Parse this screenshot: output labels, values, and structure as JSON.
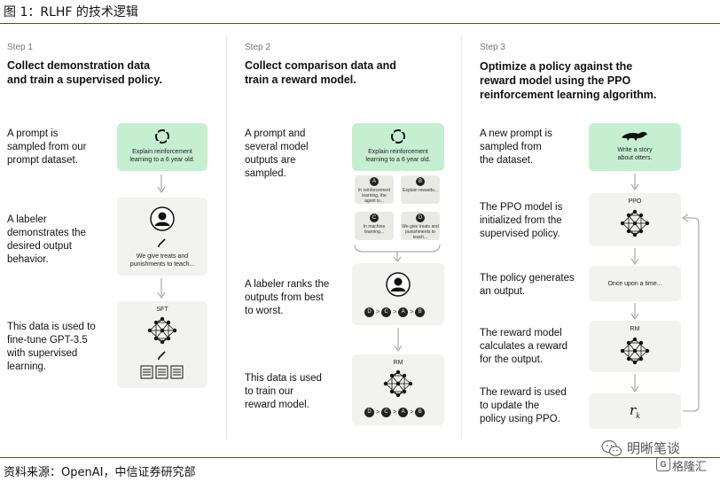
{
  "figure": {
    "title": "图 1：RLHF 的技术逻辑",
    "source": "资料来源：OpenAI，中信证券研究部"
  },
  "step1": {
    "label": "Step 1",
    "title": "Collect demonstration data\nand train a supervised policy.",
    "desc1": "A prompt is\nsampled from our\nprompt dataset.",
    "desc2": "A labeler\ndemonstrates the\ndesired output\nbehavior.",
    "desc3": "This data is used to\nfine-tune GPT-3.5\nwith supervised\nlearning.",
    "prompt_box": "Explain reinforcement\nlearning to a 6 year old.",
    "labeler_box": "We give treats and\npunishments to teach...",
    "model_label": "SFT"
  },
  "step2": {
    "label": "Step 2",
    "title": "Collect comparison data and\ntrain a reward model.",
    "desc1": "A prompt and\nseveral model\noutputs are\nsampled.",
    "desc2": "A labeler ranks the\noutputs from best\nto worst.",
    "desc3": "This data is used\nto train our\nreward model.",
    "prompt_box": "Explain reinforcement\nlearning to a 6 year old.",
    "outputs": [
      {
        "badge": "A",
        "text": "In reinforcement\nlearning, the\nagent is..."
      },
      {
        "badge": "B",
        "text": "Explain rewards..."
      },
      {
        "badge": "C",
        "text": "In machine\nlearning..."
      },
      {
        "badge": "D",
        "text": "We give treats and\npunishments to\nteach..."
      }
    ],
    "ranking": [
      "D",
      "C",
      "A",
      "B"
    ],
    "gt": ">",
    "model_label": "RM"
  },
  "step3": {
    "label": "Step 3",
    "title": "Optimize a policy against the\nreward model using the PPO\nreinforcement learning algorithm.",
    "desc1": "A new prompt is\nsampled from\nthe dataset.",
    "desc2": "The PPO model is\ninitialized from the\nsupervised policy.",
    "desc3": "The policy generates\nan output.",
    "desc4": "The reward model\ncalculates a reward\nfor the output.",
    "desc5": "The reward is used\nto update the\npolicy using PPO.",
    "prompt_box": "Write a story\nabout otters.",
    "ppo_label": "PPO",
    "output_box": "Once upon a time...",
    "rm_label": "RM",
    "reward_symbol": "r",
    "reward_sub": "k"
  },
  "watermark": {
    "text1": "明晰笔谈",
    "text2": "格隆汇"
  },
  "colors": {
    "green_box": "#c6efd2",
    "gray_box": "#f2f2f0",
    "rule": "#9c2a2a"
  }
}
